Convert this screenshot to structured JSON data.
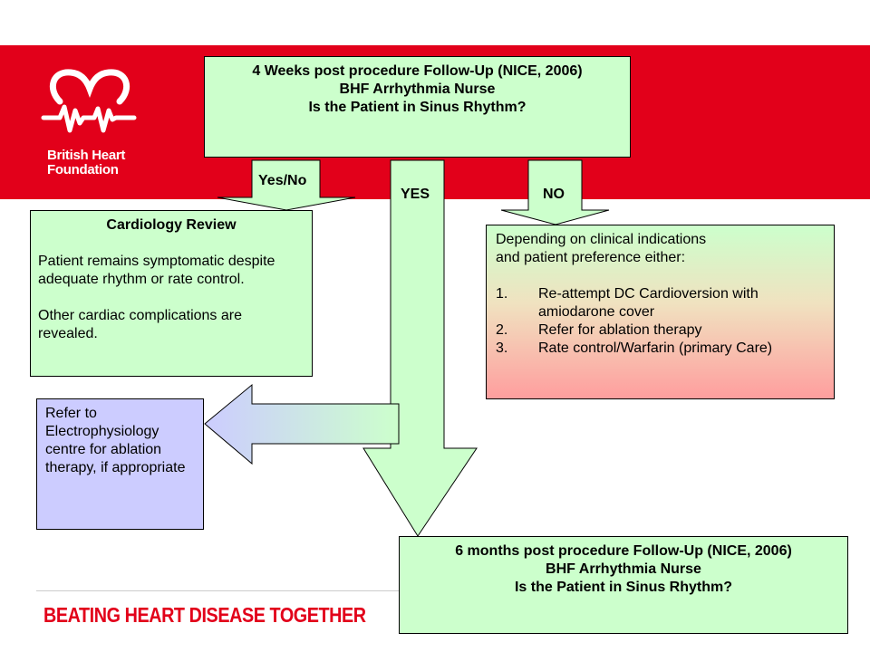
{
  "brand": {
    "name_line1": "British Heart",
    "name_line2": "Foundation",
    "slogan": "BEATING HEART DISEASE TOGETHER",
    "color_red": "#e2001a"
  },
  "top_box": {
    "line1": "4 Weeks post procedure Follow-Up (NICE, 2006)",
    "line2": "BHF Arrhythmia Nurse",
    "line3": "Is the Patient in Sinus Rhythm?"
  },
  "labels": {
    "yes_no": "Yes/No",
    "yes": "YES",
    "no": "NO"
  },
  "cardiology_box": {
    "title": "Cardiology Review",
    "para1": "Patient remains symptomatic despite adequate rhythm or rate control.",
    "para2": "Other cardiac complications are revealed."
  },
  "clinical_box": {
    "intro_line1": "Depending on clinical indications",
    "intro_line2": "and patient preference either:",
    "items": [
      {
        "num": "1.",
        "text": "Re-attempt DC Cardioversion with amiodarone cover"
      },
      {
        "num": "2.",
        "text": "Refer for ablation therapy"
      },
      {
        "num": "3.",
        "text": "Rate control/Warfarin (primary Care)"
      }
    ]
  },
  "ep_box": {
    "text": "Refer to Electrophysiology centre for ablation therapy, if appropriate"
  },
  "six_month_box": {
    "line1": "6 months post procedure Follow-Up (NICE, 2006)",
    "line2": "BHF Arrhythmia Nurse",
    "line3": "Is the Patient in Sinus Rhythm?"
  },
  "colors": {
    "box_green": "#ccffcc",
    "box_lavender": "#ccccff",
    "box_red_bottom": "#ff9e9e"
  }
}
